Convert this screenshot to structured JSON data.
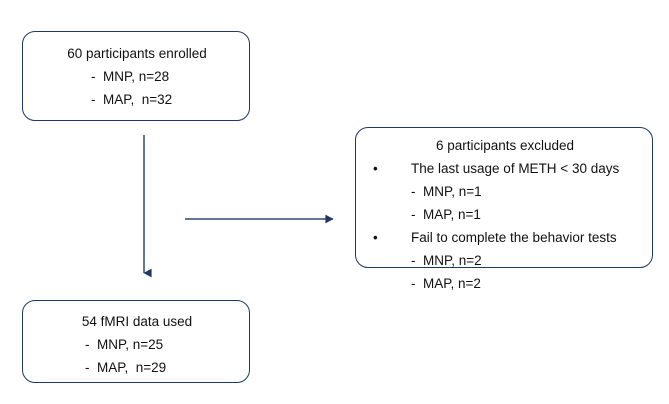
{
  "diagram": {
    "type": "flowchart",
    "title": "Participant enrollment and exclusion flowchart",
    "stroke_color": "#1F3864",
    "text_color": "#111111",
    "background_color": "#FFFFFF",
    "nodes": [
      {
        "id": "enrolled",
        "heading": "60 participants enrolled",
        "lines": [
          "-  MNP, n=28",
          "-  MAP,  n=32"
        ]
      },
      {
        "id": "excluded",
        "heading": "6 participants excluded",
        "bullets": [
          {
            "marker": "•",
            "text": "The last usage of METH < 30 days",
            "sub": [
              "-  MNP, n=1",
              "-  MAP, n=1"
            ]
          },
          {
            "marker": "•",
            "text": "Fail to complete the behavior tests",
            "sub": [
              "-  MNP, n=2",
              "-  MAP, n=2"
            ]
          }
        ]
      },
      {
        "id": "fmri",
        "heading": "54 fMRI data used",
        "lines": [
          "-  MNP, n=25",
          "-  MAP,  n=29"
        ]
      }
    ],
    "edges": [
      {
        "id": "enrolled-to-fmri",
        "from": "enrolled",
        "to": "fmri",
        "direction": "down",
        "label": ""
      },
      {
        "id": "branch-to-excluded",
        "from": "enrolled-to-fmri",
        "to": "excluded",
        "direction": "right",
        "label": ""
      }
    ]
  }
}
